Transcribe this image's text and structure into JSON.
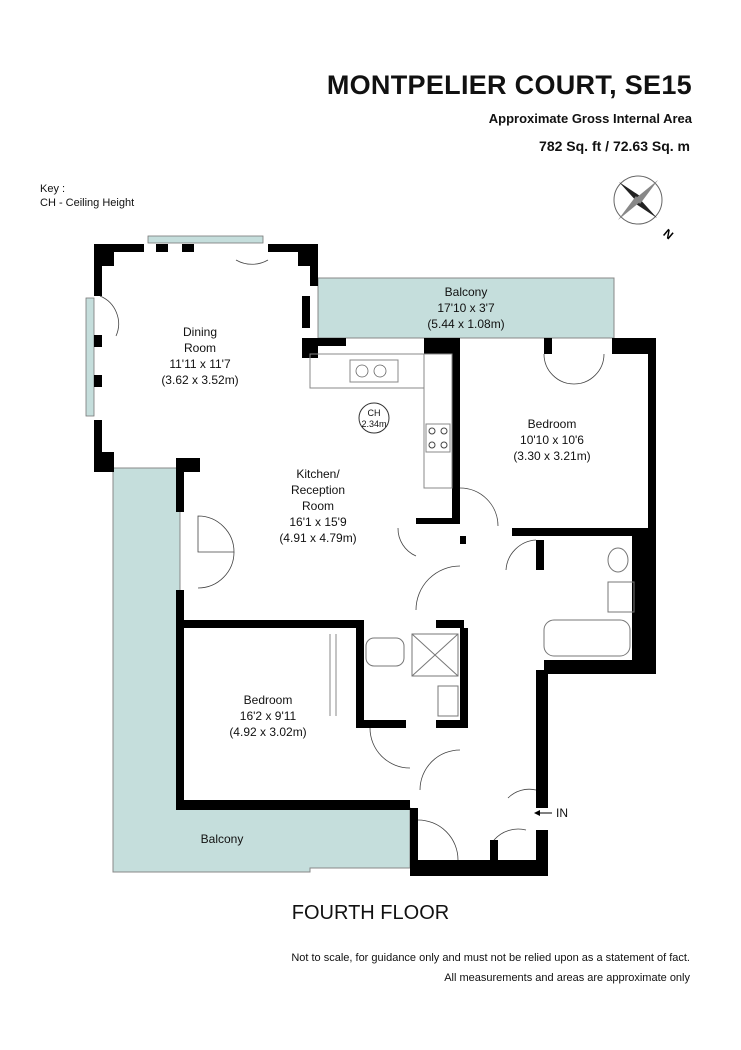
{
  "header": {
    "title": "MONTPELIER COURT, SE15",
    "subtitle": "Approximate Gross Internal Area",
    "area": "782 Sq. ft / 72.63 Sq. m"
  },
  "key": {
    "heading": "Key :",
    "entry": "CH - Ceiling Height"
  },
  "compass": {
    "north_label": "N"
  },
  "rooms": {
    "dining": {
      "name1": "Dining",
      "name2": "Room",
      "imperial": "11'11 x 11'7",
      "metric": "(3.62 x 3.52m)"
    },
    "balcony_top": {
      "name": "Balcony",
      "imperial": "17'10 x 3'7",
      "metric": "(5.44 x 1.08m)"
    },
    "bedroom1": {
      "name": "Bedroom",
      "imperial": "10'10 x 10'6",
      "metric": "(3.30 x 3.21m)"
    },
    "kitchen": {
      "name1": "Kitchen/",
      "name2": "Reception",
      "name3": "Room",
      "imperial": "16'1 x 15'9",
      "metric": "(4.91 x 4.79m)"
    },
    "bedroom2": {
      "name": "Bedroom",
      "imperial": "16'2 x 9'11",
      "metric": "(4.92 x 3.02m)"
    },
    "balcony_side": {
      "name": "Balcony"
    }
  },
  "ceiling": {
    "label": "CH",
    "value": "2.34m"
  },
  "entrance": {
    "label": "IN"
  },
  "floor_label": "FOURTH FLOOR",
  "disclaimer": {
    "line1": "Not to scale, for guidance only and must not be relied upon as a statement of fact.",
    "line2": "All measurements and areas are approximate only"
  },
  "colors": {
    "balcony": "#c5dedc",
    "wall": "#000000",
    "fixture": "#888888"
  }
}
